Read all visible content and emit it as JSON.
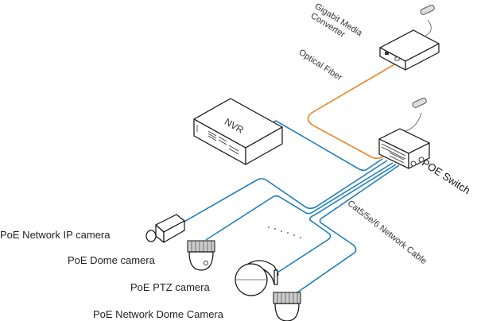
{
  "devices": {
    "media_converter": "Gigabit Media Converter",
    "media_converter_line1": "Gigabit Media",
    "media_converter_line2": "Converter",
    "nvr": "NVR",
    "poe_switch": "POE Switch",
    "ip_camera": "PoE Network IP camera",
    "dome_camera": "PoE Dome camera",
    "ptz_camera": "PoE PTZ camera",
    "network_dome_camera": "PoE Network Dome Camera"
  },
  "links": {
    "optical_fiber": "Optical Fiber",
    "network_cable": "Cat5/5e/6 Network Cable"
  },
  "colors": {
    "optical_fiber": "#e8872a",
    "network_cable": "#1f7fc0"
  }
}
